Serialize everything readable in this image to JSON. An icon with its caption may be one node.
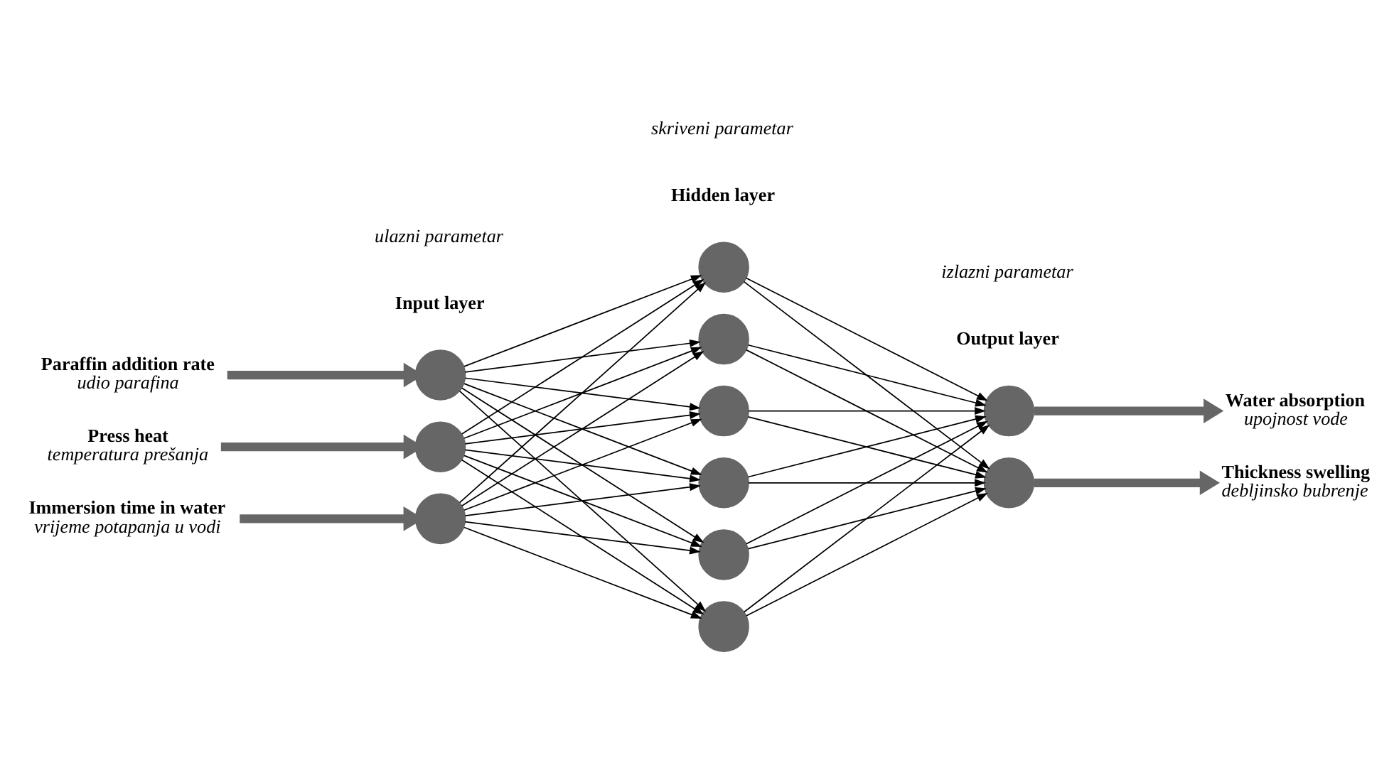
{
  "diagram": {
    "nodes": [
      {
        "text": [
          "Paraffin addition rate",
          "udio parafina"
        ]
      },
      {
        "text": [
          "Press heat",
          "temperatura prešanja"
        ]
      },
      {
        "text": [
          "Immersion time in water",
          "vrijeme potapanja u vodi"
        ]
      },
      {
        "text": [],
        "shape": "circle"
      },
      {
        "text": [],
        "shape": "circle"
      },
      {
        "text": [],
        "shape": "circle"
      },
      {
        "text": [],
        "shape": "circle"
      },
      {
        "text": [],
        "shape": "circle"
      },
      {
        "text": [],
        "shape": "circle"
      },
      {
        "text": [],
        "shape": "circle"
      },
      {
        "text": [],
        "shape": "circle"
      },
      {
        "text": [],
        "shape": "circle"
      },
      {
        "text": [],
        "shape": "circle"
      },
      {
        "text": [],
        "shape": "circle"
      },
      {
        "text": [
          "Water absorption",
          "upojnost vode"
        ]
      },
      {
        "text": [
          "Thickness swelling",
          "debljinsko bubrenje"
        ]
      }
    ],
    "edges": [
      {
        "from": 0,
        "to": 3,
        "arrow": "to",
        "style": "thick",
        "color": "#666666"
      },
      {
        "from": 1,
        "to": 4,
        "arrow": "to",
        "style": "thick",
        "color": "#666666"
      },
      {
        "from": 2,
        "to": 5,
        "arrow": "to",
        "style": "thick",
        "color": "#666666"
      },
      {
        "from": 3,
        "to": 6,
        "arrow": "to"
      },
      {
        "from": 3,
        "to": 7,
        "arrow": "to"
      },
      {
        "from": 3,
        "to": 8,
        "arrow": "to"
      },
      {
        "from": 3,
        "to": 9,
        "arrow": "to"
      },
      {
        "from": 3,
        "to": 10,
        "arrow": "to"
      },
      {
        "from": 3,
        "to": 11,
        "arrow": "to"
      },
      {
        "from": 4,
        "to": 6,
        "arrow": "to"
      },
      {
        "from": 4,
        "to": 7,
        "arrow": "to"
      },
      {
        "from": 4,
        "to": 8,
        "arrow": "to"
      },
      {
        "from": 4,
        "to": 9,
        "arrow": "to"
      },
      {
        "from": 4,
        "to": 10,
        "arrow": "to"
      },
      {
        "from": 4,
        "to": 11,
        "arrow": "to"
      },
      {
        "from": 5,
        "to": 6,
        "arrow": "to"
      },
      {
        "from": 5,
        "to": 7,
        "arrow": "to"
      },
      {
        "from": 5,
        "to": 8,
        "arrow": "to"
      },
      {
        "from": 5,
        "to": 9,
        "arrow": "to"
      },
      {
        "from": 5,
        "to": 10,
        "arrow": "to"
      },
      {
        "from": 5,
        "to": 11,
        "arrow": "to"
      },
      {
        "from": 6,
        "to": 12,
        "arrow": "to"
      },
      {
        "from": 6,
        "to": 13,
        "arrow": "to"
      },
      {
        "from": 7,
        "to": 12,
        "arrow": "to"
      },
      {
        "from": 7,
        "to": 13,
        "arrow": "to"
      },
      {
        "from": 8,
        "to": 12,
        "arrow": "to"
      },
      {
        "from": 8,
        "to": 13,
        "arrow": "to"
      },
      {
        "from": 9,
        "to": 12,
        "arrow": "to"
      },
      {
        "from": 9,
        "to": 13,
        "arrow": "to"
      },
      {
        "from": 10,
        "to": 12,
        "arrow": "to"
      },
      {
        "from": 10,
        "to": 13,
        "arrow": "to"
      },
      {
        "from": 11,
        "to": 12,
        "arrow": "to"
      },
      {
        "from": 11,
        "to": 13,
        "arrow": "to"
      },
      {
        "from": 12,
        "to": 14,
        "arrow": "to",
        "style": "thick",
        "color": "#666666"
      },
      {
        "from": 13,
        "to": 15,
        "arrow": "to",
        "style": "thick",
        "color": "#666666"
      }
    ],
    "labels": [
      "Input layer",
      "ulazni parametar",
      "Hidden layer",
      "skriveni parametar",
      "Output layer",
      "izlazni parametar"
    ]
  }
}
